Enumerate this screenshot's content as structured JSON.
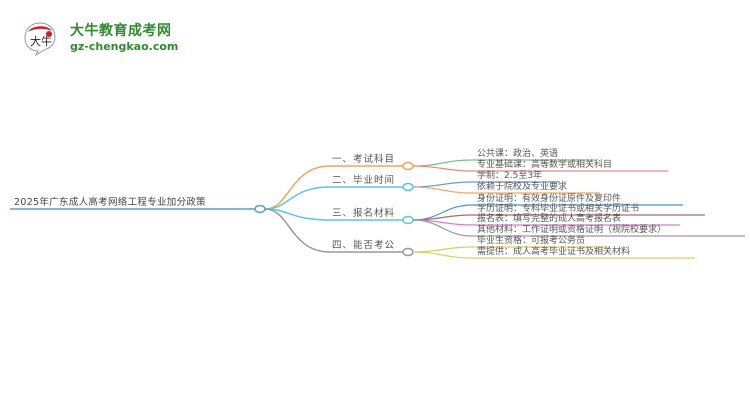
{
  "logo": {
    "badge_text": "大牛",
    "title": "大牛教育成考网",
    "url": "gz-chengkao.com",
    "brand_color": "#2e8b2e"
  },
  "mindmap": {
    "root": {
      "label": "2025年广东成人高考网络工程专业加分政策",
      "color": "#5b9bd5"
    },
    "branches": [
      {
        "label": "一、考试科目",
        "color": "#f4a460",
        "children": [
          {
            "label": "公共课：政治、英语",
            "color": "#7cbf7c"
          },
          {
            "label": "专业基础课：高等数学或相关科目",
            "color": "#e88a8a"
          }
        ]
      },
      {
        "label": "二、毕业时间",
        "color": "#5bc8d8",
        "children": [
          {
            "label": "学制：2.5至3年",
            "color": "#6b9bd1"
          },
          {
            "label": "依赖于院校及专业要求",
            "color": "#f4a460"
          }
        ]
      },
      {
        "label": "三、报名材料",
        "color": "#5bc8d8",
        "children": [
          {
            "label": "身份证明：有效身份证原件及复印件",
            "color": "#4a90d0"
          },
          {
            "label": "学历证明：专科毕业证书或相关学历证书",
            "color": "#a0706a"
          },
          {
            "label": "报名表：填写完整的成人高考报名表",
            "color": "#e07ac8"
          },
          {
            "label": "其他材料：工作证明或资格证明（视院校要求）",
            "color": "#9a9a9a"
          }
        ]
      },
      {
        "label": "四、能否考公",
        "color": "#999999",
        "children": [
          {
            "label": "毕业生资格：可报考公务员",
            "color": "#d8d060"
          },
          {
            "label": "需提供：成人高考毕业证书及相关材料",
            "color": "#d8d060"
          }
        ]
      }
    ]
  }
}
